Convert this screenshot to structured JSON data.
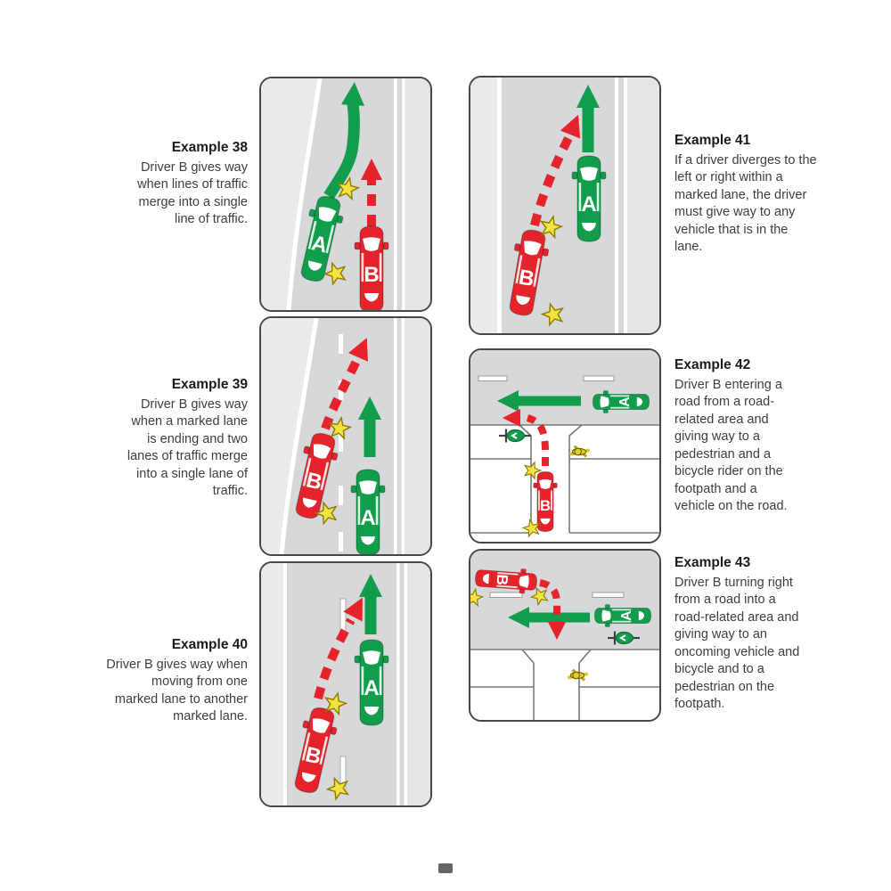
{
  "examples": [
    {
      "title": "Example 38",
      "body": "Driver B gives way when lines of traffic merge into a single line of traffic."
    },
    {
      "title": "Example 39",
      "body": "Driver B gives way when a marked lane is ending and two lanes of traffic merge into a single lane of traffic."
    },
    {
      "title": "Example 40",
      "body": "Driver B gives way when moving from one marked lane to another marked lane."
    },
    {
      "title": "Example 41",
      "body": "If a driver diverges to the left or right within a marked lane, the driver must give way to any vehicle that is in the lane."
    },
    {
      "title": "Example 42",
      "body": "Driver B entering a road from a road-related area and giving way to a pedestrian and a bicycle rider on the footpath and a vehicle on the road."
    },
    {
      "title": "Example 43",
      "body": "Driver B turning right from a road into a road-related area and giving way to an oncoming vehicle and bicycle and to a pedestrian on the footpath."
    }
  ],
  "car_labels": {
    "a": "A",
    "b": "B"
  },
  "icons": {
    "car_a": "green-car-top-view",
    "car_b": "red-car-top-view",
    "star": "indicator-flash-star",
    "pedestrian": "pedestrian-top-view",
    "bicycle": "bicycle-rider-top-view"
  },
  "colors": {
    "accent_green": "#119D4C",
    "accent_red": "#E5232A",
    "road_gray": "#D7D8D9",
    "offroad_gray": "#E9EAEB",
    "star_yellow": "#F2E340",
    "line_dark": "#77787B"
  }
}
